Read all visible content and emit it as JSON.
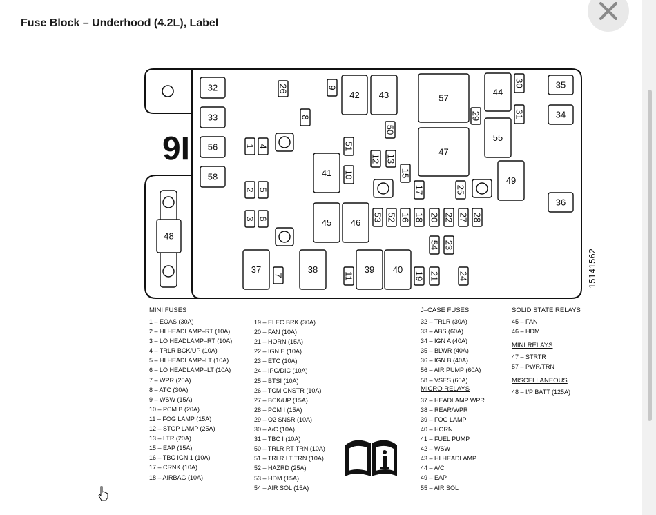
{
  "title": "Fuse Block – Underhood (4.2L), Label",
  "diagram": {
    "block_number": "I6",
    "part_number": "15141562",
    "boxes": [
      {
        "label": "32"
      },
      {
        "label": "33"
      },
      {
        "label": "56"
      },
      {
        "label": "58"
      },
      {
        "label": "35"
      },
      {
        "label": "34"
      },
      {
        "label": "36"
      },
      {
        "label": "42"
      },
      {
        "label": "43"
      },
      {
        "label": "57"
      },
      {
        "label": "44"
      },
      {
        "label": "55"
      },
      {
        "label": "47"
      },
      {
        "label": "41"
      },
      {
        "label": "49"
      },
      {
        "label": "45"
      },
      {
        "label": "46"
      },
      {
        "label": "37"
      },
      {
        "label": "38"
      },
      {
        "label": "39"
      },
      {
        "label": "40"
      },
      {
        "label": "48"
      },
      {
        "label": "26"
      },
      {
        "label": "9"
      },
      {
        "label": "30"
      },
      {
        "label": "8"
      },
      {
        "label": "29"
      },
      {
        "label": "31"
      },
      {
        "label": "50"
      },
      {
        "label": "1"
      },
      {
        "label": "4"
      },
      {
        "label": "51"
      },
      {
        "label": "12"
      },
      {
        "label": "13"
      },
      {
        "label": "10"
      },
      {
        "label": "15"
      },
      {
        "label": "2"
      },
      {
        "label": "5"
      },
      {
        "label": "17"
      },
      {
        "label": "25"
      },
      {
        "label": "3"
      },
      {
        "label": "6"
      },
      {
        "label": "53"
      },
      {
        "label": "52"
      },
      {
        "label": "16"
      },
      {
        "label": "18"
      },
      {
        "label": "20"
      },
      {
        "label": "22"
      },
      {
        "label": "27"
      },
      {
        "label": "28"
      },
      {
        "label": "54"
      },
      {
        "label": "23"
      },
      {
        "label": "7"
      },
      {
        "label": "11"
      },
      {
        "label": "19"
      },
      {
        "label": "21"
      },
      {
        "label": "24"
      }
    ]
  },
  "legend": {
    "mini_fuses": {
      "heading": "MINI FUSES",
      "col1": [
        "1 – EOAS (30A)",
        "2 – HI HEADLAMP–RT (10A)",
        "3 – LO HEADLAMP–RT (10A)",
        "4 – TRLR BCK/UP (10A)",
        "5 – HI HEADLAMP–LT (10A)",
        "6 – LO HEADLAMP–LT (10A)",
        "7 – WPR (20A)",
        "8 – ATC (30A)",
        "9 – WSW (15A)",
        "10 – PCM B (20A)",
        "11 – FOG LAMP (15A)",
        "12 – STOP LAMP (25A)",
        "13 – LTR (20A)",
        "15 – EAP (15A)",
        "16 – TBC IGN 1 (10A)",
        "17 – CRNK (10A)",
        "18 – AIRBAG (10A)"
      ],
      "col2": [
        "19 – ELEC BRK (30A)",
        "20 – FAN (10A)",
        "21 – HORN (15A)",
        "22 – IGN E (10A)",
        "23 – ETC (10A)",
        "24 – IPC/DIC (10A)",
        "25 – BTSI (10A)",
        "26 – TCM CNSTR (10A)",
        "27 – BCK/UP (15A)",
        "28 – PCM I (15A)",
        "29 – O2 SNSR (10A)",
        "30 – A/C (10A)",
        "31 – TBC I (10A)",
        "50 – TRLR RT TRN (10A)",
        "51 – TRLR LT TRN (10A)",
        "52 – HAZRD (25A)",
        "53 – HDM (15A)",
        "54 – AIR SOL (15A)"
      ]
    },
    "jcase_fuses": {
      "heading": "J–CASE FUSES",
      "items": [
        "32 – TRLR (30A)",
        "33 – ABS (60A)",
        "34 – IGN A (40A)",
        "35 – BLWR (40A)",
        "36 – IGN B (40A)",
        "56 – AIR PUMP (60A)",
        "58 – VSES (60A)"
      ]
    },
    "micro_relays": {
      "heading": "MICRO RELAYS",
      "items": [
        "37 – HEADLAMP WPR",
        "38 – REAR/WPR",
        "39 – FOG LAMP",
        "40 – HORN",
        "41 – FUEL PUMP",
        "42 – WSW",
        "43 – HI HEADLAMP",
        "44 – A/C",
        "49 – EAP",
        "55 – AIR SOL"
      ]
    },
    "solid_state_relays": {
      "heading": "SOLID STATE RELAYS",
      "items": [
        "45 – FAN",
        "46 – HDM"
      ]
    },
    "mini_relays": {
      "heading": "MINI RELAYS",
      "items": [
        "47 – STRTR",
        "57 – PWR/TRN"
      ]
    },
    "miscellaneous": {
      "heading": "MISCELLANEOUS",
      "items": [
        "48 – I/P BATT (125A)"
      ]
    }
  },
  "icons": {
    "close": "close-icon",
    "manual": "owners-manual-icon",
    "cursor": "hand-pointer-icon"
  },
  "colors": {
    "overlay": "#6e6e6e",
    "panel": "#ffffff",
    "close_bg": "#e9e9e9",
    "close_x": "#8a8a8a"
  }
}
